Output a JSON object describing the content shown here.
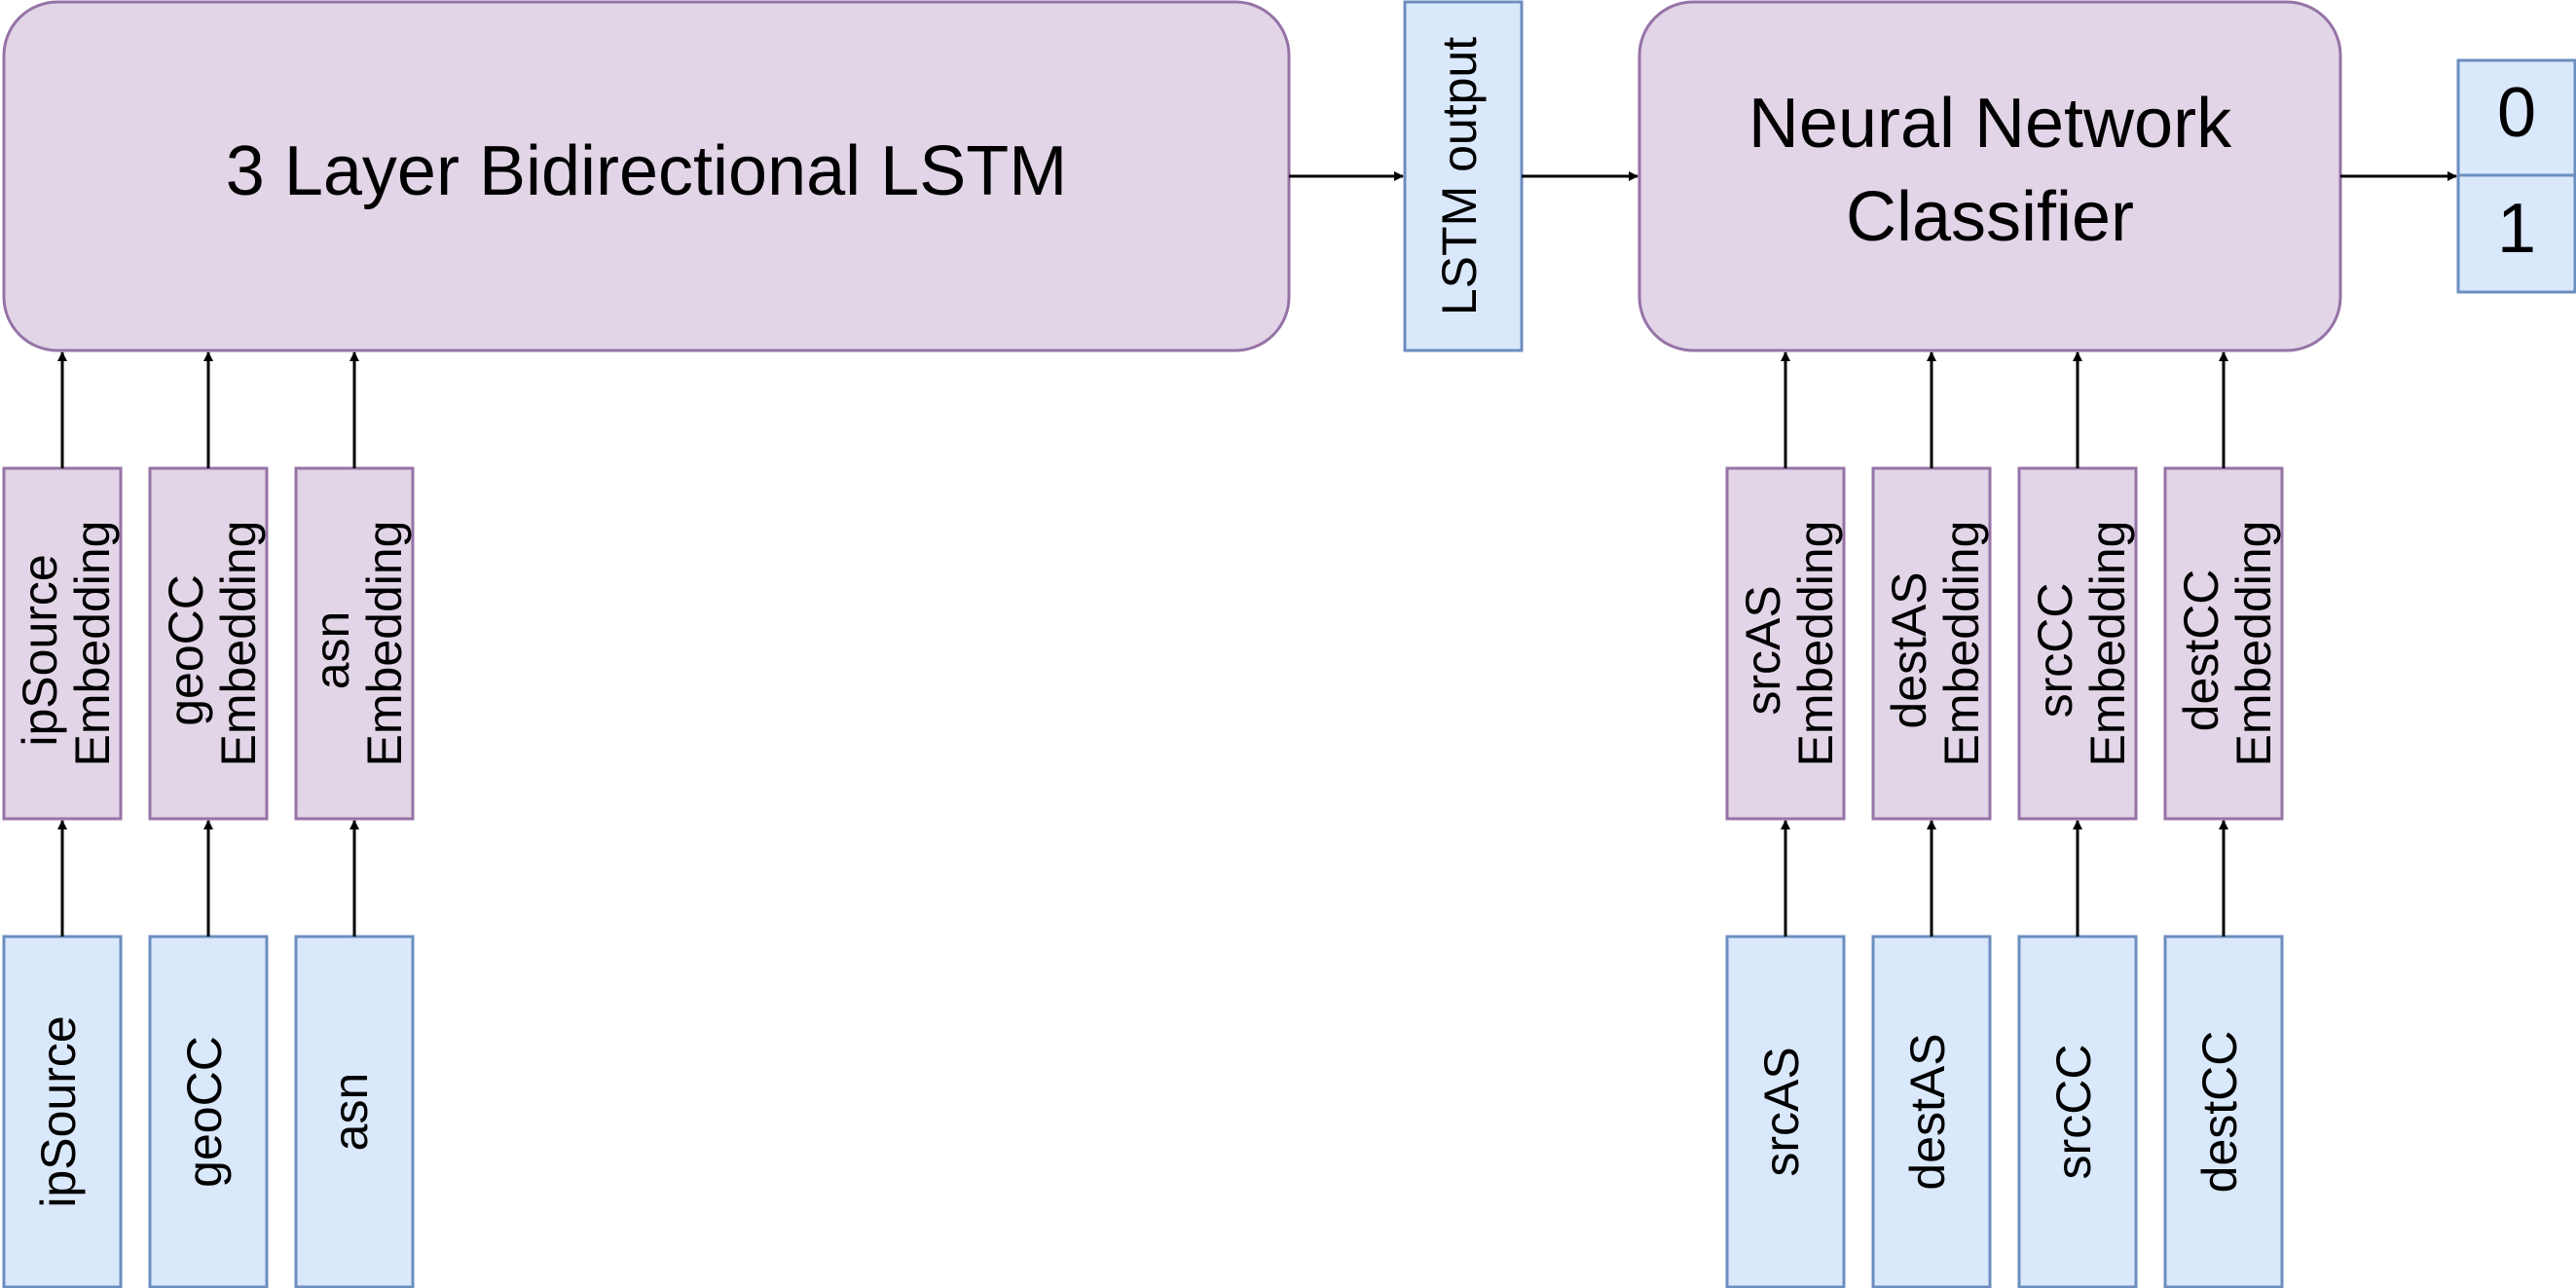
{
  "lstm_block": {
    "label": "3 Layer Bidirectional LSTM"
  },
  "lstm_output": {
    "label": "LSTM output"
  },
  "classifier": {
    "line1": "Neural Network",
    "line2": "Classifier"
  },
  "outputs": [
    "0",
    "1"
  ],
  "embeddings_left": [
    {
      "line1": "ipSource",
      "line2": "Embedding"
    },
    {
      "line1": "geoCC",
      "line2": "Embedding"
    },
    {
      "line1": "asn",
      "line2": "Embedding"
    }
  ],
  "inputs_left": [
    "ipSource",
    "geoCC",
    "asn"
  ],
  "embeddings_right": [
    {
      "line1": "srcAS",
      "line2": "Embedding"
    },
    {
      "line1": "destAS",
      "line2": "Embedding"
    },
    {
      "line1": "srcCC",
      "line2": "Embedding"
    },
    {
      "line1": "destCC",
      "line2": "Embedding"
    }
  ],
  "inputs_right": [
    "srcAS",
    "destAS",
    "srcCC",
    "destCC"
  ],
  "colors": {
    "purple_fill": "#e1d5e7",
    "purple_stroke": "#9673a6",
    "blue_fill": "#dae8fc",
    "blue_stroke": "#6c8ebf"
  }
}
